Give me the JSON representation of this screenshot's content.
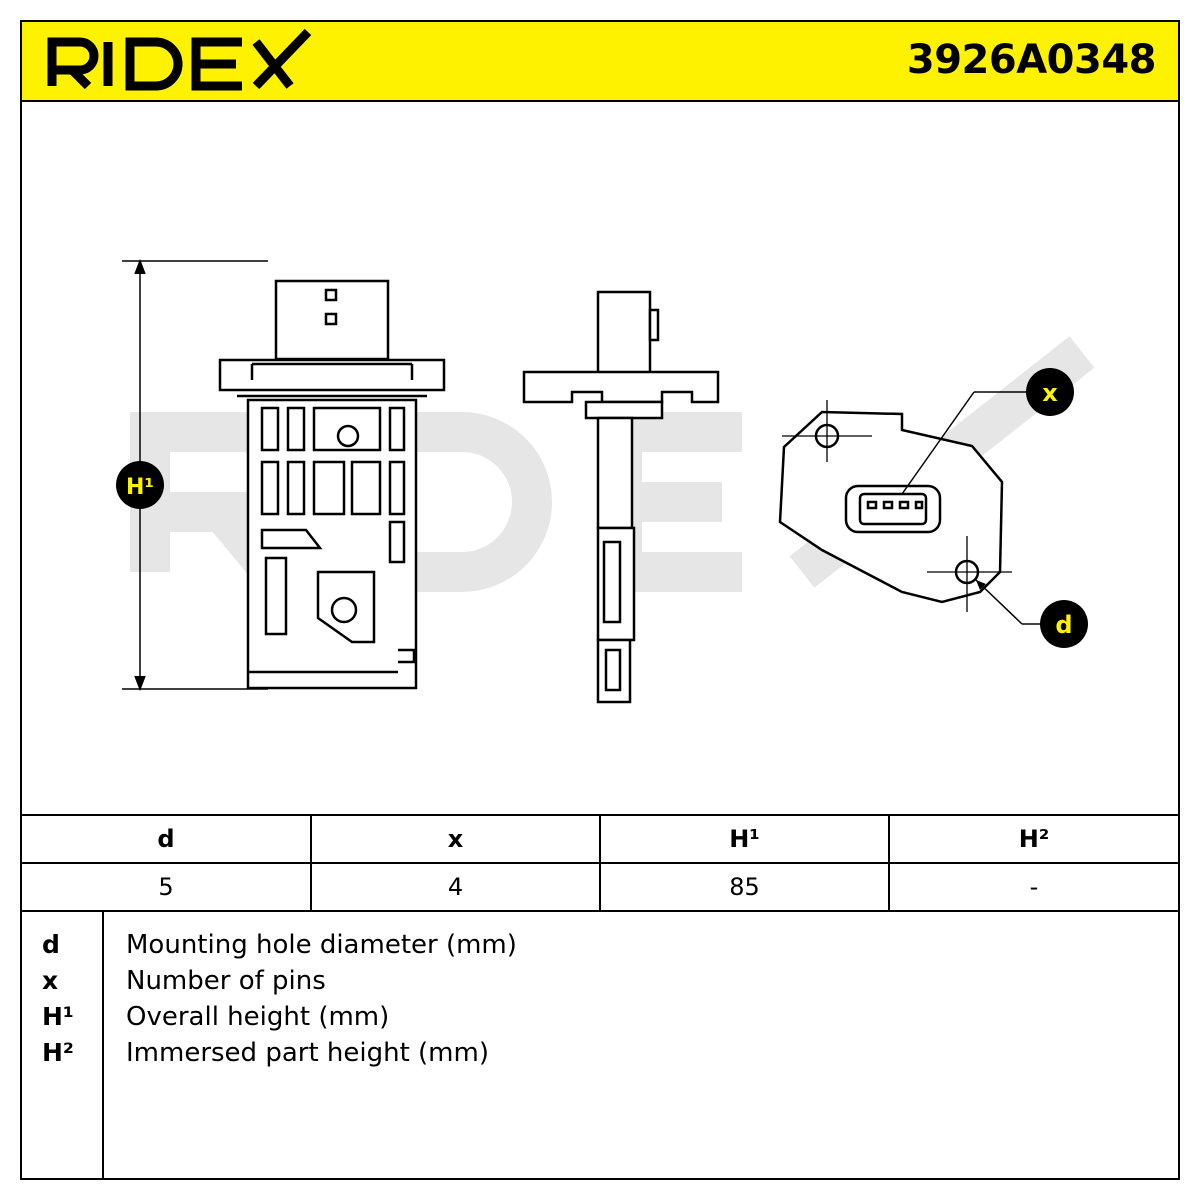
{
  "header": {
    "brand": "RIDEX",
    "part_number": "3926A0348",
    "background_color": "#fff200"
  },
  "drawing": {
    "watermark": "RIDEX",
    "callouts": {
      "h1": "H¹",
      "x": "x",
      "d": "d"
    }
  },
  "spec_table": {
    "headers": [
      "d",
      "x",
      "H¹",
      "H²"
    ],
    "values": [
      "5",
      "4",
      "85",
      "-"
    ]
  },
  "legend": [
    {
      "symbol": "d",
      "description": "Mounting hole diameter (mm)"
    },
    {
      "symbol": "x",
      "description": "Number of pins"
    },
    {
      "symbol": "H¹",
      "description": "Overall height (mm)"
    },
    {
      "symbol": "H²",
      "description": "Immersed part height (mm)"
    }
  ]
}
